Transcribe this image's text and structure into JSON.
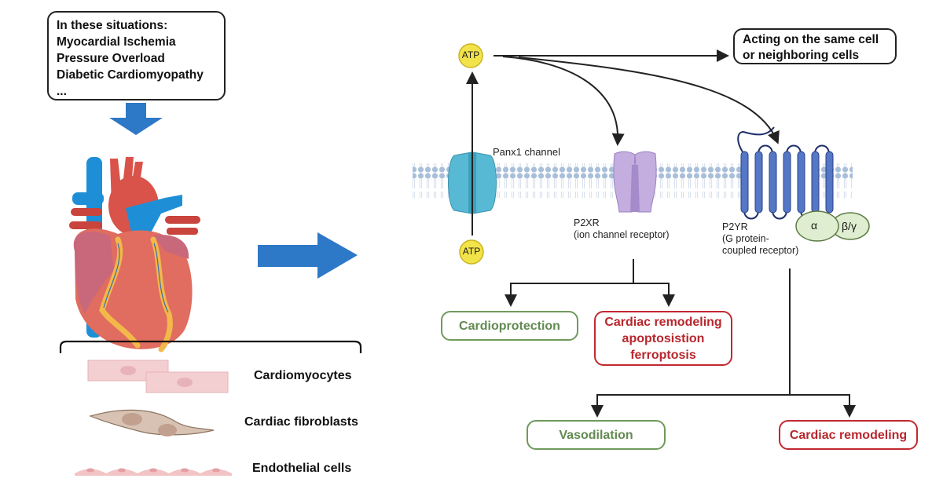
{
  "situations": {
    "title": "In these situations:",
    "items": [
      "Myocardial Ischemia",
      "Pressure Overload",
      "Diabetic Cardiomyopathy",
      "..."
    ]
  },
  "cell_types": [
    {
      "label": "Cardiomyocytes"
    },
    {
      "label": "Cardiac fibroblasts"
    },
    {
      "label": "Endothelial cells"
    }
  ],
  "atp": {
    "label": "ATP"
  },
  "target_box": {
    "line1": "Acting on the same cell",
    "line2": "or neighboring cells"
  },
  "channels": {
    "panx1": {
      "label": "Panx1 channel"
    },
    "p2xr": {
      "name": "P2XR",
      "desc": "(ion channel receptor)"
    },
    "p2yr": {
      "name": "P2YR",
      "desc1": "(G protein-",
      "desc2": "coupled receptor)"
    },
    "g_alpha": "α",
    "g_betagamma": "β/γ"
  },
  "outcomes": {
    "p2xr": [
      {
        "label": "Cardioprotection",
        "type": "protective"
      },
      {
        "lines": [
          "Cardiac remodeling",
          "apoptosistion",
          "ferroptosis"
        ],
        "type": "harmful"
      }
    ],
    "p2yr": [
      {
        "label": "Vasodilation",
        "type": "protective"
      },
      {
        "label": "Cardiac remodeling",
        "type": "harmful"
      }
    ]
  },
  "colors": {
    "protective": "#6e9a5b",
    "harmful": "#c2282f",
    "arrow_blue": "#2e78c8",
    "atp_yellow": "#f2e34a",
    "membrane": "#a9bfd9",
    "panx1": "#58b9d4",
    "p2xr": "#b9a0d6",
    "p2yr": "#5477c6",
    "g_protein": "#dfeed0"
  }
}
